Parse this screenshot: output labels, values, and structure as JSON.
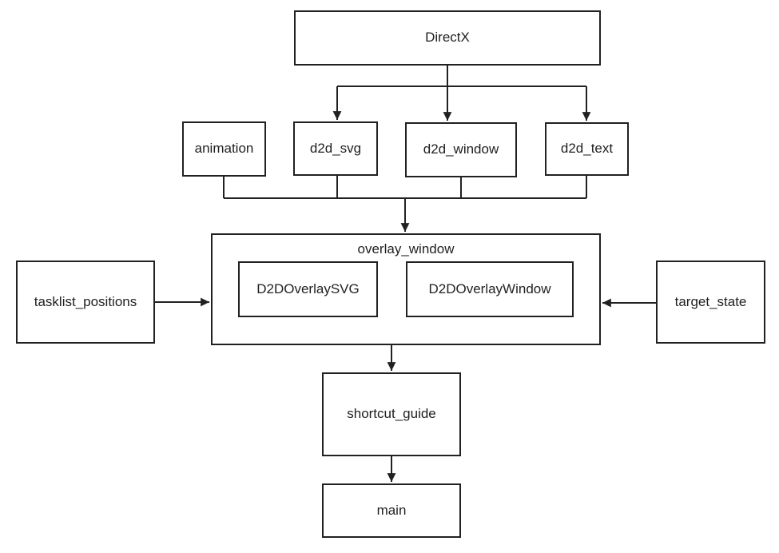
{
  "nodes": {
    "directx": {
      "label": "DirectX"
    },
    "animation": {
      "label": "animation"
    },
    "d2d_svg": {
      "label": "d2d_svg"
    },
    "d2d_window": {
      "label": "d2d_window"
    },
    "d2d_text": {
      "label": "d2d_text"
    },
    "overlay_window": {
      "label": "overlay_window"
    },
    "d2d_overlay_svg": {
      "label": "D2DOverlaySVG"
    },
    "d2d_overlay_window": {
      "label": "D2DOverlayWindow"
    },
    "tasklist_positions": {
      "label": "tasklist_positions"
    },
    "target_state": {
      "label": "target_state"
    },
    "shortcut_guide": {
      "label": "shortcut_guide"
    },
    "main": {
      "label": "main"
    }
  },
  "edges": [
    {
      "from": "DirectX",
      "to": "d2d_svg"
    },
    {
      "from": "DirectX",
      "to": "d2d_window"
    },
    {
      "from": "DirectX",
      "to": "d2d_text"
    },
    {
      "from": "animation",
      "to": "overlay_window"
    },
    {
      "from": "d2d_svg",
      "to": "overlay_window"
    },
    {
      "from": "d2d_window",
      "to": "overlay_window"
    },
    {
      "from": "d2d_text",
      "to": "overlay_window"
    },
    {
      "from": "tasklist_positions",
      "to": "overlay_window"
    },
    {
      "from": "target_state",
      "to": "overlay_window"
    },
    {
      "from": "overlay_window",
      "to": "shortcut_guide"
    },
    {
      "from": "shortcut_guide",
      "to": "main"
    }
  ],
  "colors": {
    "line": "#212121",
    "text": "#1f1f1f",
    "background": "#ffffff"
  }
}
